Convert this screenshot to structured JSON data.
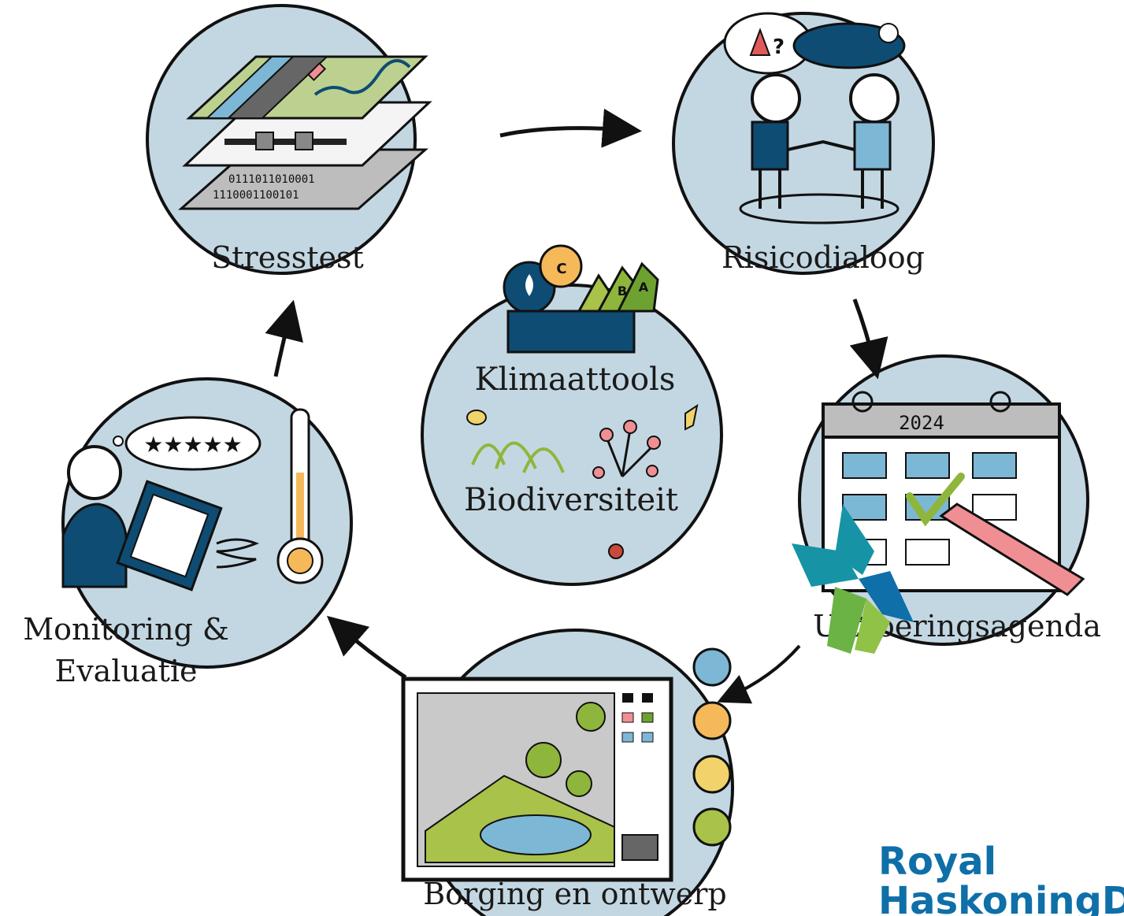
{
  "diagram": {
    "center": {
      "title": "Klimaattools",
      "subtitle": "Biodiversiteit"
    },
    "steps": [
      {
        "id": "stresstest",
        "label": "Stresstest"
      },
      {
        "id": "risicodialoog",
        "label": "Risicodialoog"
      },
      {
        "id": "uitvoeringsagenda",
        "label": "Uitvoeringsagenda"
      },
      {
        "id": "borging",
        "label": "Borging en ontwerp"
      },
      {
        "id": "monitoring",
        "label_line1": "Monitoring &",
        "label_line2": "Evaluatie"
      }
    ],
    "calendar_year": "2024",
    "rating_stars": "★★★★★",
    "energy_labels": [
      "C",
      "B",
      "A"
    ]
  },
  "logo": {
    "line1": "Royal",
    "line2": "HaskoningDHV"
  },
  "colors": {
    "circle_fill": "#c3d7e2",
    "dark_blue": "#0e4c73",
    "light_blue": "#7db7d6",
    "green": "#a8c24a",
    "yellow": "#f2d36b",
    "orange": "#f5b95a",
    "pink": "#ef8f94",
    "logo_teal": "#1793a6",
    "logo_green": "#6bb344",
    "logo_blue": "#0f6fa8"
  }
}
